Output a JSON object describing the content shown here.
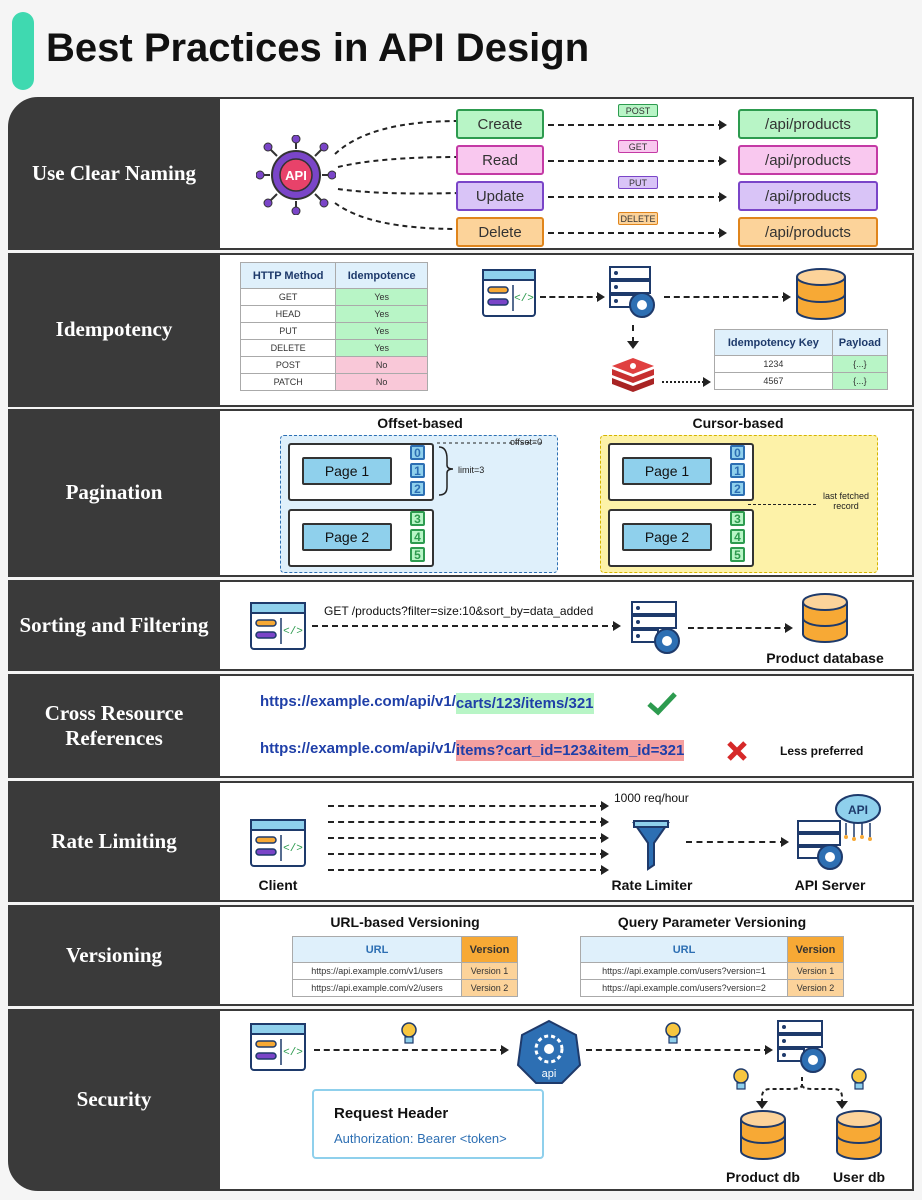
{
  "header": {
    "title": "Best Practices in API Design"
  },
  "sections": {
    "naming": {
      "label": "Use Clear Naming",
      "api_text": "API",
      "rows": [
        {
          "op": "Create",
          "method": "POST",
          "path": "/api/products",
          "color": "#b8f5c6",
          "border": "#2d9b4f"
        },
        {
          "op": "Read",
          "method": "GET",
          "path": "/api/products",
          "color": "#f9c8ef",
          "border": "#c43aa5"
        },
        {
          "op": "Update",
          "method": "PUT",
          "path": "/api/products",
          "color": "#d9c4f7",
          "border": "#7a45c8"
        },
        {
          "op": "Delete",
          "method": "DELETE",
          "path": "/api/products",
          "color": "#fcd39a",
          "border": "#e0851c"
        }
      ]
    },
    "idempotency": {
      "label": "Idempotency",
      "table_headers": [
        "HTTP Method",
        "Idempotence"
      ],
      "table_rows": [
        [
          "GET",
          "Yes"
        ],
        [
          "HEAD",
          "Yes"
        ],
        [
          "PUT",
          "Yes"
        ],
        [
          "DELETE",
          "Yes"
        ],
        [
          "POST",
          "No"
        ],
        [
          "PATCH",
          "No"
        ]
      ],
      "key_headers": [
        "Idempotency Key",
        "Payload"
      ],
      "key_rows": [
        [
          "1234",
          "{...}"
        ],
        [
          "4567",
          "{...}"
        ]
      ]
    },
    "pagination": {
      "label": "Pagination",
      "offset_title": "Offset-based",
      "cursor_title": "Cursor-based",
      "page1": "Page 1",
      "page2": "Page 2",
      "offset_note": "offset=0",
      "limit_note": "limit=3",
      "cursor_note": "last fetched record",
      "nums": [
        "0",
        "1",
        "2",
        "3",
        "4",
        "5"
      ]
    },
    "sorting": {
      "label": "Sorting and Filtering",
      "request": "GET /products?filter=size:10&sort_by=data_added",
      "db": "Product database"
    },
    "cross": {
      "label": "Cross Resource References",
      "base": "https://example.com/api/v1/",
      "good": "carts/123/items/321",
      "bad": "items?cart_id=123&item_id=321",
      "note": "Less preferred"
    },
    "rate": {
      "label": "Rate Limiting",
      "client": "Client",
      "limit": "1000 req/hour",
      "limiter": "Rate Limiter",
      "server": "API Server",
      "cloud_text": "API"
    },
    "versioning": {
      "label": "Versioning",
      "url_title": "URL-based Versioning",
      "query_title": "Query Parameter Versioning",
      "headers": [
        "URL",
        "Version"
      ],
      "url_rows": [
        [
          "https://api.example.com/v1/users",
          "Version 1"
        ],
        [
          "https://api.example.com/v2/users",
          "Version 2"
        ]
      ],
      "query_rows": [
        [
          "https://api.example.com/users?version=1",
          "Version 1"
        ],
        [
          "https://api.example.com/users?version=2",
          "Version 2"
        ]
      ]
    },
    "security": {
      "label": "Security",
      "header_title": "Request Header",
      "header_value": "Authorization: Bearer <token>",
      "gateway_text": "api",
      "db1": "Product db",
      "db2": "User db"
    }
  }
}
